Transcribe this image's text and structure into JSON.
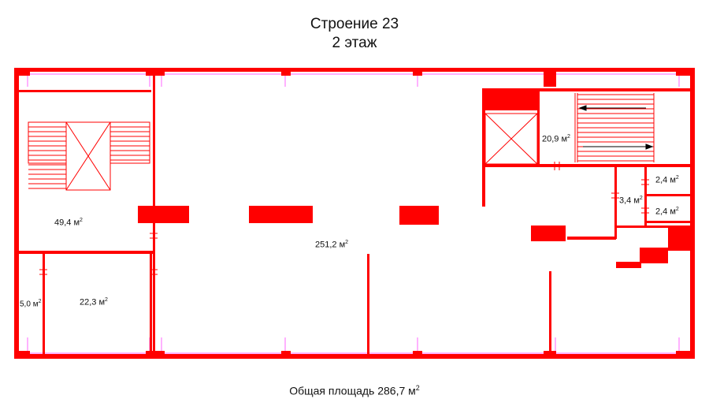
{
  "header": {
    "building": "Строение 23",
    "floor": "2 этаж"
  },
  "unit": "м",
  "unit_power": "2",
  "rooms": [
    {
      "id": "main",
      "area": "251,2"
    },
    {
      "id": "stair-left",
      "area": "49,4"
    },
    {
      "id": "office",
      "area": "22,3"
    },
    {
      "id": "closet",
      "area": "5,0"
    },
    {
      "id": "stair-right",
      "area": "20,9"
    },
    {
      "id": "wc-lobby",
      "area": "3,4"
    },
    {
      "id": "wc-1",
      "area": "2,4"
    },
    {
      "id": "wc-2",
      "area": "2,4"
    }
  ],
  "footer": {
    "total_label": "Общая площадь 286,7"
  },
  "colors": {
    "wall": "#ff0000",
    "window": "#ff66ff",
    "text": "#111111",
    "background": "#ffffff"
  }
}
